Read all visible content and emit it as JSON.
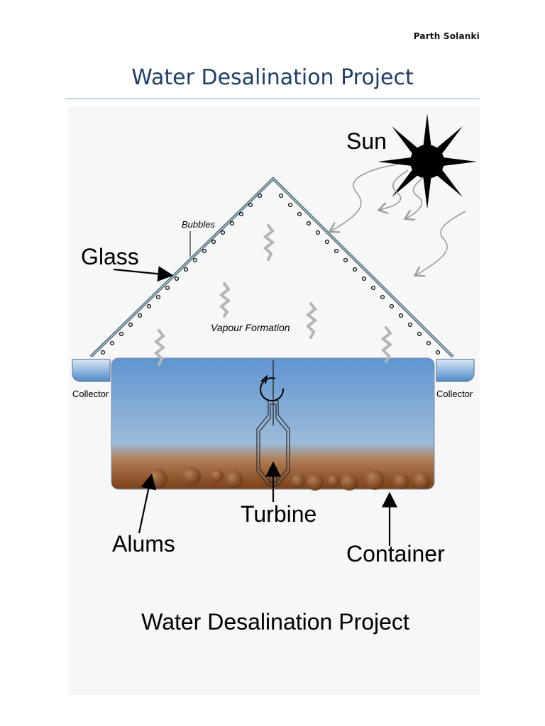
{
  "header": {
    "author": "Parth Solanki",
    "title": "Water Desalination Project"
  },
  "diagram": {
    "labels": {
      "sun": "Sun",
      "glass": "Glass",
      "bubbles": "Bubbles",
      "vapour": "Vapour Formation",
      "collector_left": "Collector",
      "collector_right": "Collector",
      "turbine": "Turbine",
      "alums": "Alums",
      "container": "Container"
    },
    "caption": "Water Desalination Project",
    "colors": {
      "title": "#1f3e6a",
      "rule": "#7ea5c5",
      "water_top": "#6f9fd4",
      "water_bottom": "#8c4f22",
      "glass": "#4d6b78"
    }
  }
}
